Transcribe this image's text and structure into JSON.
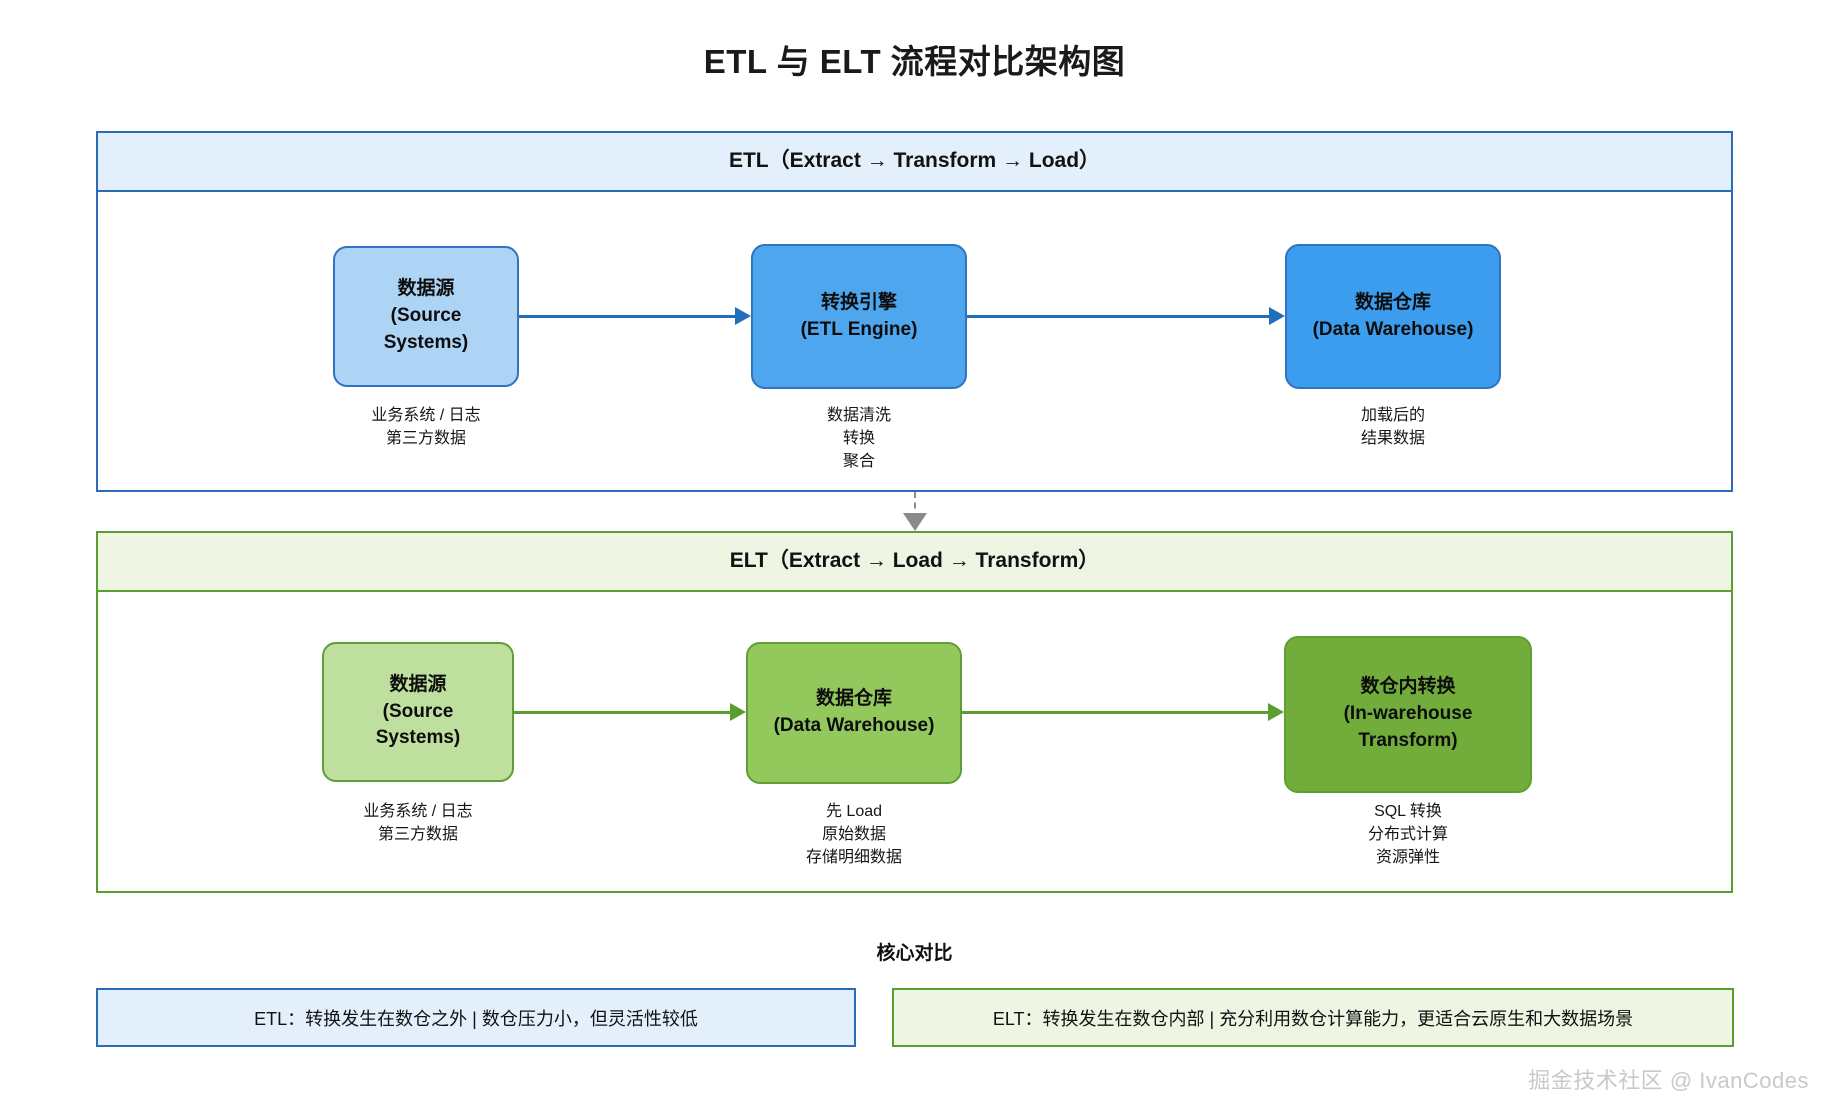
{
  "title": "ETL 与 ELT 流程对比架构图",
  "etl_section": {
    "header": "ETL（Extract → Transform → Load）",
    "accent_color": "#2b6cb8",
    "header_bg": "#e3f0fb",
    "nodes": [
      {
        "label": "数据源\n(Source\nSystems)",
        "fill": "#aed4f5",
        "caption": "业务系统 / 日志\n第三方数据"
      },
      {
        "label": "转换引擎\n(ETL Engine)",
        "fill": "#4ea6ef",
        "caption": "数据清洗\n转换\n聚合"
      },
      {
        "label": "数据仓库\n(Data Warehouse)",
        "fill": "#3c9ced",
        "caption": "加载后的\n结果数据"
      }
    ]
  },
  "elt_section": {
    "header": "ELT（Extract → Load → Transform）",
    "accent_color": "#5a9e31",
    "header_bg": "#eef5e3",
    "nodes": [
      {
        "label": "数据源\n(Source\nSystems)",
        "fill": "#bfdf9f",
        "caption": "业务系统 / 日志\n第三方数据"
      },
      {
        "label": "数据仓库\n(Data Warehouse)",
        "fill": "#93c95c",
        "caption": "先 Load\n原始数据\n存储明细数据"
      },
      {
        "label": "数仓内转换\n(In-warehouse\nTransform)",
        "fill": "#72ad3c",
        "caption": "SQL 转换\n分布式计算\n资源弹性"
      }
    ]
  },
  "comparison": {
    "title": "核心对比",
    "etl_text": "ETL：转换发生在数仓之外 | 数仓压力小，但灵活性较低",
    "elt_text": "ELT：转换发生在数仓内部 | 充分利用数仓计算能力，更适合云原生和大数据场景"
  },
  "watermark": "掘金技术社区 @ IvanCodes"
}
